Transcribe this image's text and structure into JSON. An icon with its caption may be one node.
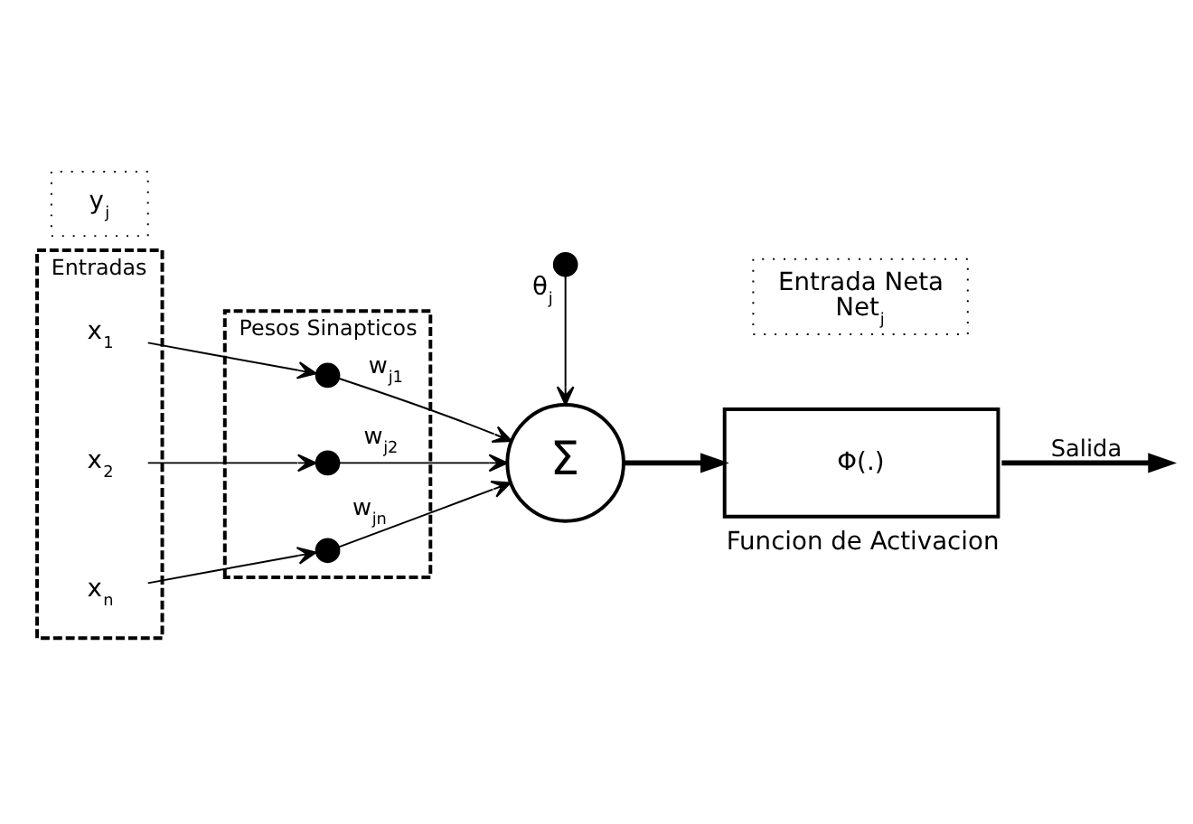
{
  "diagram": {
    "nodes": [
      {
        "text": [
          "Entradas"
        ]
      },
      {
        "text": [
          "x$_{1}$"
        ],
        "in": 0
      },
      {
        "text": [
          "x$_{2}$"
        ],
        "in": 0
      },
      {
        "text": [
          "x$_{n}$"
        ],
        "in": 0
      },
      {
        "text": [
          "Pesos Sinapticos"
        ]
      },
      {
        "text": [],
        "shape": "circle",
        "in": 4
      },
      {
        "text": [],
        "shape": "circle",
        "in": 4
      },
      {
        "text": [],
        "shape": "circle",
        "in": 4
      },
      {
        "text": [],
        "shape": "circle",
        "beside": [
          "θ$_{j}$"
        ]
      },
      {
        "text": [
          "Σ"
        ]
      },
      {
        "text": [
          "Entrada Neta",
          "Net$_{j}$"
        ]
      },
      {
        "text": [
          "Φ(.)"
        ],
        "beside": [
          "Funcion de Activacion"
        ]
      },
      {
        "text": [
          "y$_{j}$"
        ]
      }
    ],
    "edges": [
      {
        "from": 1,
        "to": 5,
        "arrow": "to"
      },
      {
        "from": 2,
        "to": 6,
        "arrow": "to"
      },
      {
        "from": 3,
        "to": 7,
        "arrow": "to"
      },
      {
        "from": 5,
        "to": 9,
        "arrow": "to",
        "label": "w$_{j1}$"
      },
      {
        "from": 6,
        "to": 9,
        "arrow": "to",
        "label": "w$_{j2}$"
      },
      {
        "from": 7,
        "to": 9,
        "arrow": "to",
        "label": "w$_{jn}$"
      },
      {
        "from": 8,
        "to": 9,
        "arrow": "to"
      },
      {
        "from": 9,
        "to": 11,
        "arrow": "to",
        "style": "thick"
      },
      {
        "from": 11,
        "to": null,
        "arrow": "to",
        "style": "thick",
        "label": "Salida"
      }
    ]
  }
}
